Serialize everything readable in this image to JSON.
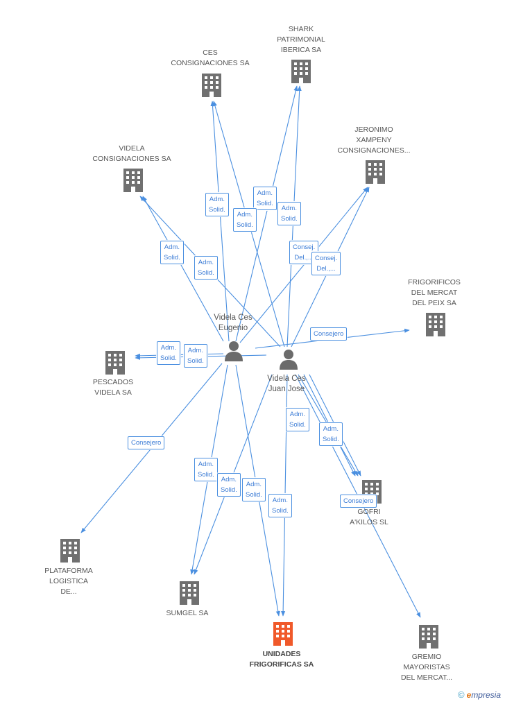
{
  "nodes": {
    "ces_consignaciones": {
      "label": "CES\nCONSIGNACIONES SA"
    },
    "shark": {
      "label": "SHARK\nPATRIMONIAL\nIBERICA SA"
    },
    "jeronimo": {
      "label": "JERONIMO\nXAMPENY\nCONSIGNACIONES..."
    },
    "videla_consignaciones": {
      "label": "VIDELA\nCONSIGNACIONES SA"
    },
    "frigorificos_mercat": {
      "label": "FRIGORIFICOS\nDEL MERCAT\nDEL PEIX SA"
    },
    "pescados_videla": {
      "label": "PESCADOS\nVIDELA SA"
    },
    "gofri": {
      "label": "GOFRI\nA'KILOS SL"
    },
    "plataforma": {
      "label": "PLATAFORMA\nLOGISTICA\nDE..."
    },
    "sumgel": {
      "label": "SUMGEL SA"
    },
    "unidades": {
      "label": "UNIDADES\nFRIGORIFICAS SA"
    },
    "gremio": {
      "label": "GREMIO\nMAYORISTAS\nDEL MERCAT..."
    }
  },
  "people": {
    "eugenio": {
      "label": "Videla Ces\nEugenio"
    },
    "juan_jose": {
      "label": "Videla Ces\nJuan Jose"
    }
  },
  "edge_labels": [
    {
      "id": "e1",
      "text": "Adm.\nSolid."
    },
    {
      "id": "e2",
      "text": "Adm.\nSolid."
    },
    {
      "id": "e3",
      "text": "Adm.\nSolid."
    },
    {
      "id": "e4",
      "text": "Adm.\nSolid."
    },
    {
      "id": "e5",
      "text": "Adm.\nSolid."
    },
    {
      "id": "e6",
      "text": "Adm.\nSolid."
    },
    {
      "id": "e7",
      "text": "Consej.\nDel.,..."
    },
    {
      "id": "e8",
      "text": "Consej.\nDel.,..."
    },
    {
      "id": "e9",
      "text": "Consejero"
    },
    {
      "id": "e10",
      "text": "Adm.\nSolid."
    },
    {
      "id": "e11",
      "text": "Adm.\nSolid."
    },
    {
      "id": "e12",
      "text": "Consejero"
    },
    {
      "id": "e13",
      "text": "Adm.\nSolid."
    },
    {
      "id": "e14",
      "text": "Adm.\nSolid."
    },
    {
      "id": "e15",
      "text": "Adm.\nSolid."
    },
    {
      "id": "e16",
      "text": "Adm.\nSolid."
    },
    {
      "id": "e17",
      "text": "Adm.\nSolid."
    },
    {
      "id": "e18",
      "text": "Adm.\nSolid."
    },
    {
      "id": "e19",
      "text": "Consejero"
    }
  ],
  "colors": {
    "edge": "#4a8fe0",
    "building": "#707070",
    "focus_building": "#f0592a",
    "person": "#6b6b6b"
  },
  "footer": {
    "copyright": "©",
    "brand_first": "e",
    "brand_rest": "mpresia"
  }
}
